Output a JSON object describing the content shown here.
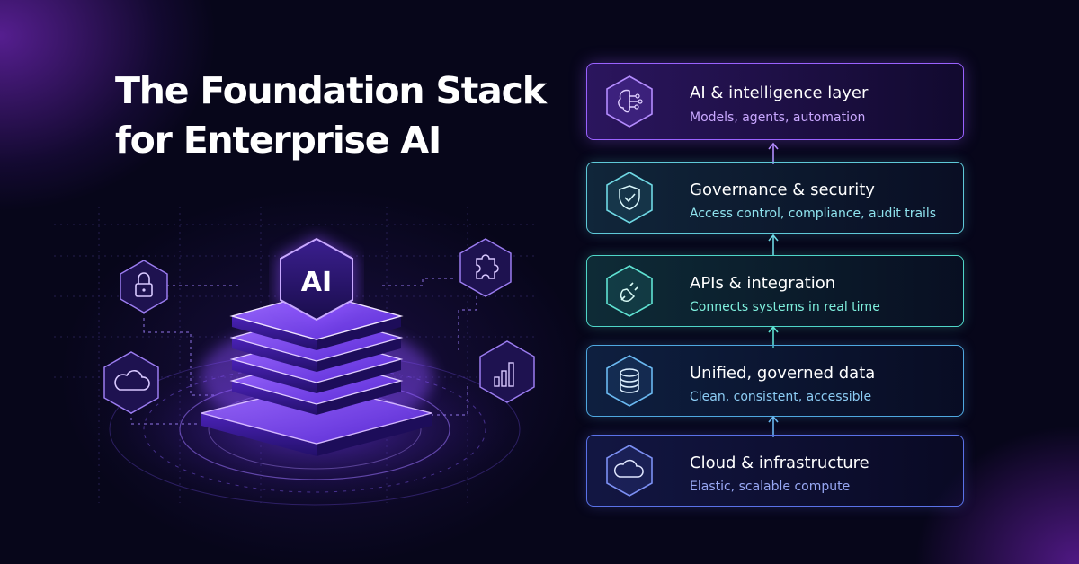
{
  "headline": {
    "line1": "The Foundation Stack",
    "line2": "for Enterprise AI"
  },
  "center_badge": {
    "label": "AI",
    "icon": "ai-hexagon-icon"
  },
  "side_icons": [
    "lock-icon",
    "cloud-icon",
    "puzzle-icon",
    "bar-chart-icon"
  ],
  "layers": [
    {
      "title": "AI & intelligence layer",
      "subtitle": "Models, agents, automation",
      "icon": "brain-circuit-icon",
      "color": "#a66cff"
    },
    {
      "title": "Governance & security",
      "subtitle": "Access control, compliance, audit trails",
      "icon": "shield-check-icon",
      "color": "#5ad7e6"
    },
    {
      "title": "APIs & integration",
      "subtitle": "Connects systems in real time",
      "icon": "plug-icon",
      "color": "#4fe0d0"
    },
    {
      "title": "Unified, governed data",
      "subtitle": "Clean, consistent, accessible",
      "icon": "database-icon",
      "color": "#58b8f0"
    },
    {
      "title": "Cloud & infrastructure",
      "subtitle": "Elastic, scalable compute",
      "icon": "cloud-icon",
      "color": "#6a8cff"
    }
  ],
  "colors": {
    "background": "#07061a",
    "accent_purple": "#8b4dff",
    "accent_teal": "#4fe0d0"
  }
}
